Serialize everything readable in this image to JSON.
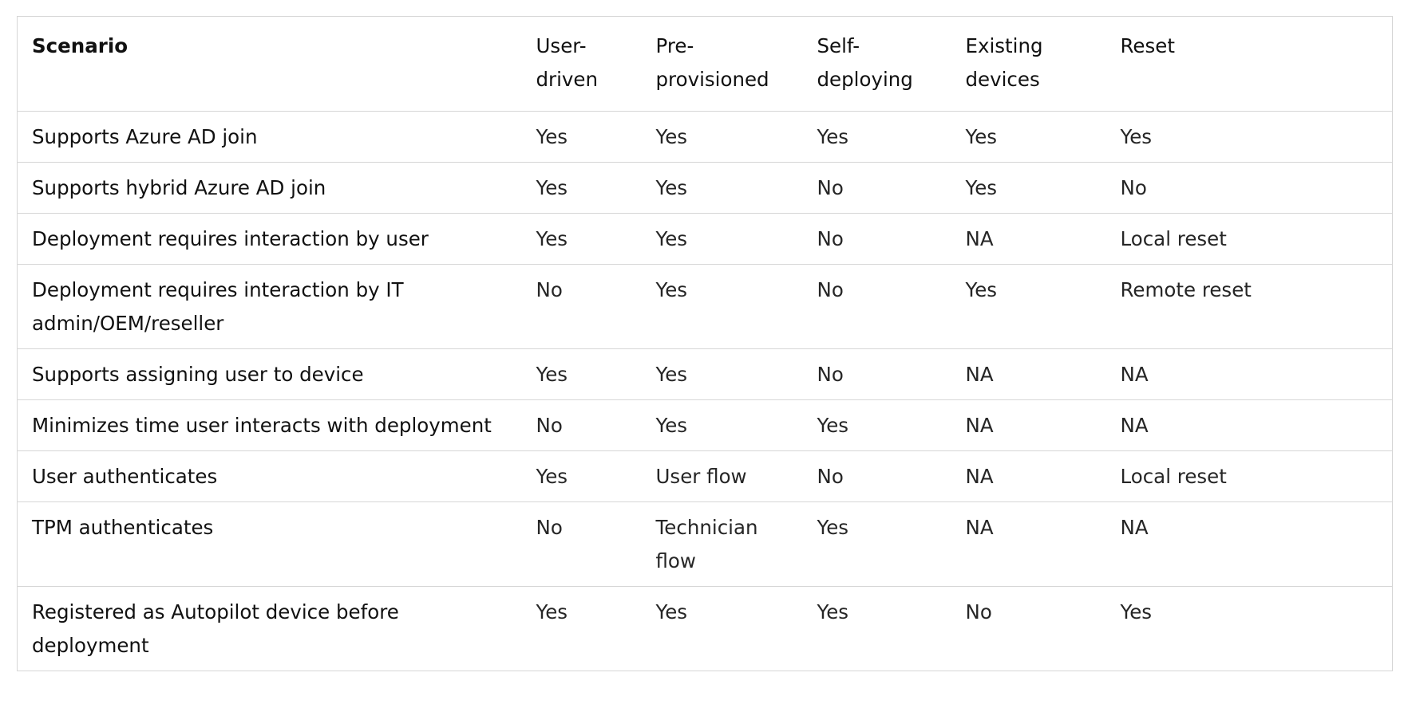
{
  "table": {
    "headers": [
      "Scenario",
      "User-driven",
      "Pre-provisioned",
      "Self-deploying",
      "Existing devices",
      "Reset"
    ],
    "rows": [
      [
        "Supports Azure AD join",
        "Yes",
        "Yes",
        "Yes",
        "Yes",
        "Yes"
      ],
      [
        "Supports hybrid Azure AD join",
        "Yes",
        "Yes",
        "No",
        "Yes",
        "No"
      ],
      [
        "Deployment requires interaction by user",
        "Yes",
        "Yes",
        "No",
        "NA",
        "Local reset"
      ],
      [
        "Deployment requires interaction by IT admin/OEM/reseller",
        "No",
        "Yes",
        "No",
        "Yes",
        "Remote reset"
      ],
      [
        "Supports assigning user to device",
        "Yes",
        "Yes",
        "No",
        "NA",
        "NA"
      ],
      [
        "Minimizes time user interacts with deployment",
        "No",
        "Yes",
        "Yes",
        "NA",
        "NA"
      ],
      [
        "User authenticates",
        "Yes",
        "User flow",
        "No",
        "NA",
        "Local reset"
      ],
      [
        "TPM authenticates",
        "No",
        "Technician flow",
        "Yes",
        "NA",
        "NA"
      ],
      [
        "Registered as Autopilot device before deployment",
        "Yes",
        "Yes",
        "Yes",
        "No",
        "Yes"
      ]
    ]
  }
}
